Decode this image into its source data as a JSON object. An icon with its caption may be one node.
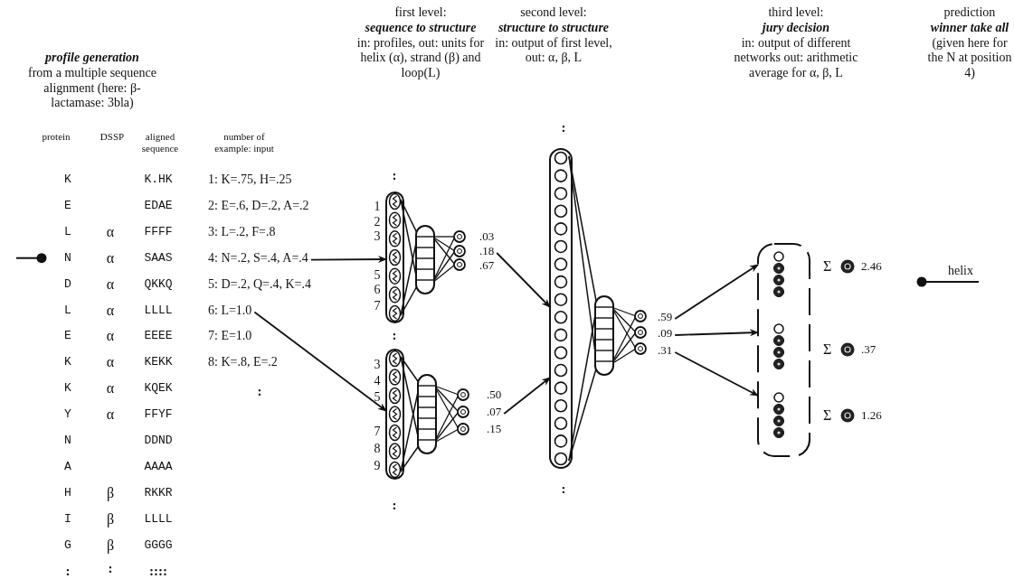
{
  "diagram": {
    "nodes": [
      {
        "text": [
          "4: N=.2, S=.4, A=.4"
        ]
      },
      {
        "text": [
          "6: L=1.0"
        ]
      },
      {
        "text": [],
        "shape": "network",
        "beside": [
          "1",
          "2",
          "3",
          "5",
          "6",
          "7"
        ]
      },
      {
        "text": [
          ".18"
        ]
      },
      {
        "text": [],
        "shape": "network",
        "beside": [
          "3",
          "4",
          "5",
          "7",
          "8",
          "9"
        ]
      },
      {
        "text": [
          ".07"
        ]
      },
      {
        "text": [],
        "shape": "network"
      },
      {
        "text": [
          ".59"
        ]
      },
      {
        "text": [
          ".09"
        ]
      },
      {
        "text": [
          ".31"
        ]
      },
      {
        "text": [],
        "shape": "box"
      }
    ],
    "edges": [
      {
        "from": 0,
        "to": 2,
        "arrow": "to"
      },
      {
        "from": 1,
        "to": 4,
        "arrow": "to"
      },
      {
        "from": 3,
        "to": 6,
        "arrow": "to"
      },
      {
        "from": 5,
        "to": 6,
        "arrow": "to"
      },
      {
        "from": 7,
        "to": 10,
        "arrow": "to"
      },
      {
        "from": 8,
        "to": 10,
        "arrow": "to"
      },
      {
        "from": 9,
        "to": 10,
        "arrow": "to"
      }
    ],
    "labels": [
      "*profile generation* from a multiple sequence alignment (here: β-lactamase: 3bla)",
      "first level: *sequence to structure* in: profiles, out: units for helix (α), strand (β) and loop(L)",
      "second level: *structure to structure* in: output of first level, out: α, β, L",
      "third level: *jury decision* in: output of different networks out: arithmetic average for α, β, L",
      "prediction *winner take all* (given here for the N at position 4)",
      "protein",
      "DSSP",
      "aligned sequence",
      "number of example: input",
      "K",
      "K.HK",
      "1: K=.75, H=.25",
      "E",
      "EDAE",
      "2: E=.6, D=.2, A=.2",
      "L",
      "α",
      "FFFF",
      "3: L=.2, F=.8",
      "N",
      "α",
      "SAAS",
      "D",
      "α",
      "QKKQ",
      "5: D=.2, Q=.4, K=.4",
      "L",
      "α",
      "LLLL",
      "E",
      "α",
      "EEEE",
      "7: E=1.0",
      "K",
      "α",
      "KEKK",
      "8: K=.8, E=.2",
      "K",
      "α",
      "KQEK",
      ":",
      "Y",
      "α",
      "FFYF",
      "N",
      "DDND",
      "A",
      "AAAA",
      "H",
      "β",
      "RKKR",
      "I",
      "β",
      "LLLL",
      "G",
      "β",
      "GGGG",
      ":",
      ":",
      "::::",
      ":",
      ":",
      ".03",
      ".67",
      ":",
      ".50",
      ".15",
      ":",
      ":",
      "Σ",
      "2.46",
      "Σ",
      ".37",
      "Σ",
      "1.26",
      "helix"
    ]
  }
}
